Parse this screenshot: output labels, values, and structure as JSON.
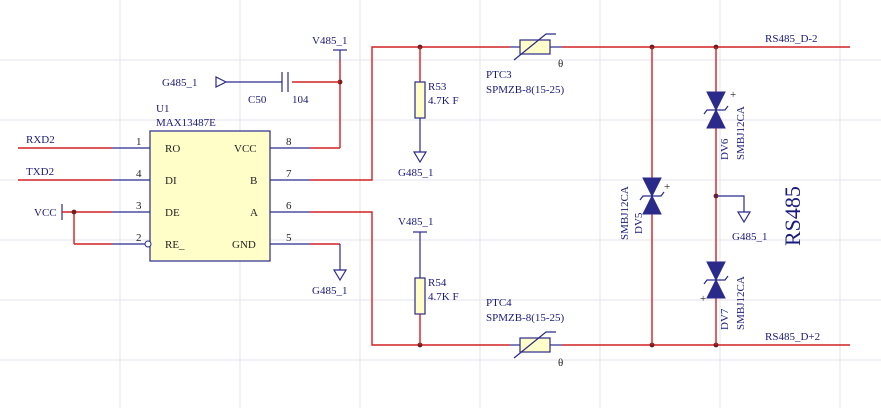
{
  "ic": {
    "ref": "U1",
    "part": "MAX13487E",
    "pins": {
      "ro": {
        "num": "1",
        "name": "RO"
      },
      "di": {
        "num": "4",
        "name": "DI"
      },
      "de": {
        "num": "3",
        "name": "DE"
      },
      "re": {
        "num": "2",
        "name": "RE_"
      },
      "vcc": {
        "num": "8",
        "name": "VCC"
      },
      "b": {
        "num": "7",
        "name": "B"
      },
      "a": {
        "num": "6",
        "name": "A"
      },
      "gnd": {
        "num": "5",
        "name": "GND"
      }
    }
  },
  "nets": {
    "rxd": "RXD2",
    "txd": "TXD2",
    "vcc": "VCC",
    "v485_top": "V485_1",
    "v485_mid": "V485_1",
    "g485_cap": "G485_1",
    "g485_r53": "G485_1",
    "g485_u1": "G485_1",
    "g485_tvs": "G485_1",
    "rs485_d_minus": "RS485_D-2",
    "rs485_d_plus": "RS485_D+2"
  },
  "parts": {
    "c50": {
      "ref": "C50",
      "value": "104"
    },
    "r53": {
      "ref": "R53",
      "value": "4.7K F"
    },
    "r54": {
      "ref": "R54",
      "value": "4.7K F"
    },
    "ptc3": {
      "ref": "PTC3",
      "value": "SPMZB-8(15-25)",
      "sym": "θ"
    },
    "ptc4": {
      "ref": "PTC4",
      "value": "SPMZB-8(15-25)",
      "sym": "θ"
    },
    "dv5": {
      "ref": "DV5",
      "value": "SMBJ12CA"
    },
    "dv6": {
      "ref": "DV6",
      "value": "SMBJ12CA"
    },
    "dv7": {
      "ref": "DV7",
      "value": "SMBJ12CA"
    }
  },
  "title": "RS485",
  "plus": "+",
  "colors": {
    "wire": "#d22020",
    "body": "#2a2a8a",
    "text": "#1a1a7a",
    "chip_fill": "#fffdc8"
  }
}
